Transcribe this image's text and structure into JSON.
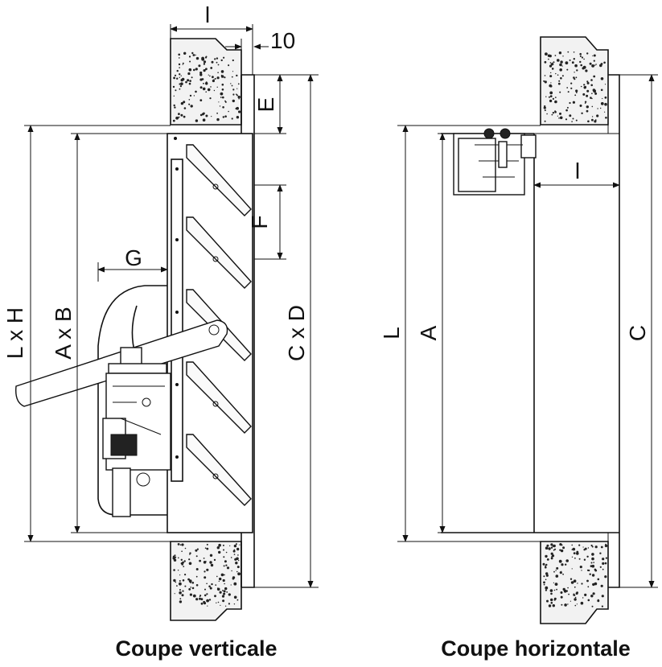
{
  "labels": {
    "dim_l_vertical": "l",
    "dim_10": "10",
    "dim_e": "E",
    "dim_f": "F",
    "dim_g": "G",
    "dim_lxh": "L x H",
    "dim_axb": "A x B",
    "dim_cxd": "C x D",
    "dim_l_horizontal": "l",
    "dim_L": "L",
    "dim_A": "A",
    "dim_C": "C"
  },
  "captions": {
    "vertical": "Coupe verticale",
    "horizontal": "Coupe horizontale"
  },
  "colors": {
    "line": "#111111",
    "wall_fill": "#f2f2f2",
    "speckle": "#222222"
  }
}
